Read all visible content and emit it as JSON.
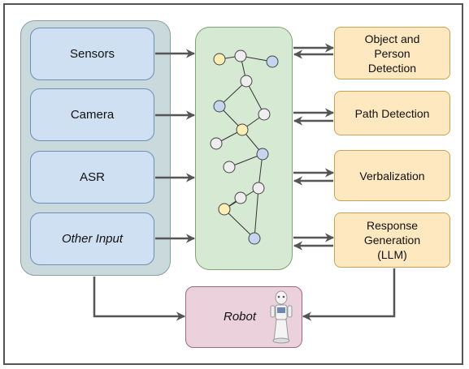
{
  "inputs": {
    "sensors": "Sensors",
    "camera": "Camera",
    "asr": "ASR",
    "other": "Other Input"
  },
  "outputs": {
    "object_detection": "Object and\nPerson\nDetection",
    "path_detection": "Path Detection",
    "verbalization": "Verbalization",
    "response_generation": "Response\nGeneration\n(LLM)"
  },
  "robot": {
    "label": "Robot",
    "icon": "humanoid-robot-icon"
  },
  "colors": {
    "input_fill": "#cfe0f2",
    "input_group_fill": "#c9d9dc",
    "graph_fill": "#d6e9d2",
    "output_fill": "#fde8c0",
    "robot_fill": "#ead1dc",
    "arrow": "#555555",
    "node_blue": "#c5d5f0",
    "node_yellow": "#fdeeb4",
    "node_gray": "#eeeeee"
  }
}
